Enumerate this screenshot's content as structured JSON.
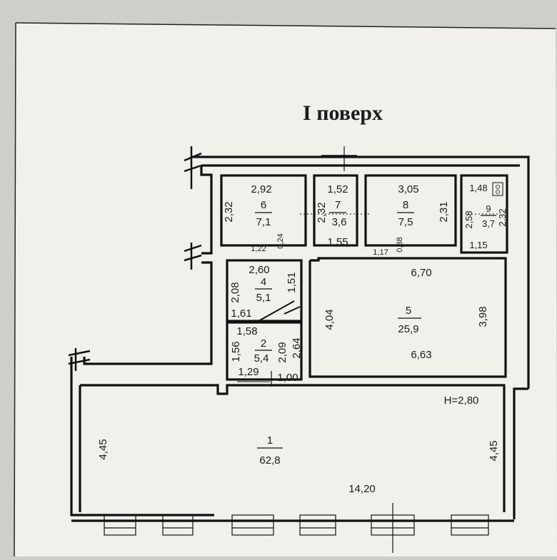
{
  "title": "I поверх",
  "height_note": "H=2,80",
  "rooms": [
    {
      "id": "6",
      "area": "7,1",
      "dims": [
        "2,92",
        "2,32"
      ],
      "extra": [
        "1,22",
        "0,24"
      ]
    },
    {
      "id": "7",
      "area": "3,6",
      "dims": [
        "1,52",
        "2,32"
      ],
      "extra": [
        "1,55"
      ]
    },
    {
      "id": "8",
      "area": "7,5",
      "dims": [
        "3,05",
        "2,31"
      ],
      "extra": [
        "1,17",
        "0,38"
      ]
    },
    {
      "id": "9",
      "area": "3,7",
      "dims": [
        "1,48",
        "2,58",
        "2,32",
        "1,15"
      ]
    },
    {
      "id": "4",
      "area": "5,1",
      "dims": [
        "2,60",
        "2,08",
        "1,51",
        "1,61"
      ]
    },
    {
      "id": "2",
      "area": "5,4",
      "dims": [
        "1,58",
        "1,56",
        "2,09",
        "2,64",
        "1,29",
        "1,00"
      ]
    },
    {
      "id": "5",
      "area": "25,9",
      "dims": [
        "6,70",
        "4,04",
        "3,98",
        "6,63"
      ]
    },
    {
      "id": "1",
      "area": "62,8",
      "dims": [
        "4,45",
        "4,45",
        "14,20"
      ]
    }
  ]
}
